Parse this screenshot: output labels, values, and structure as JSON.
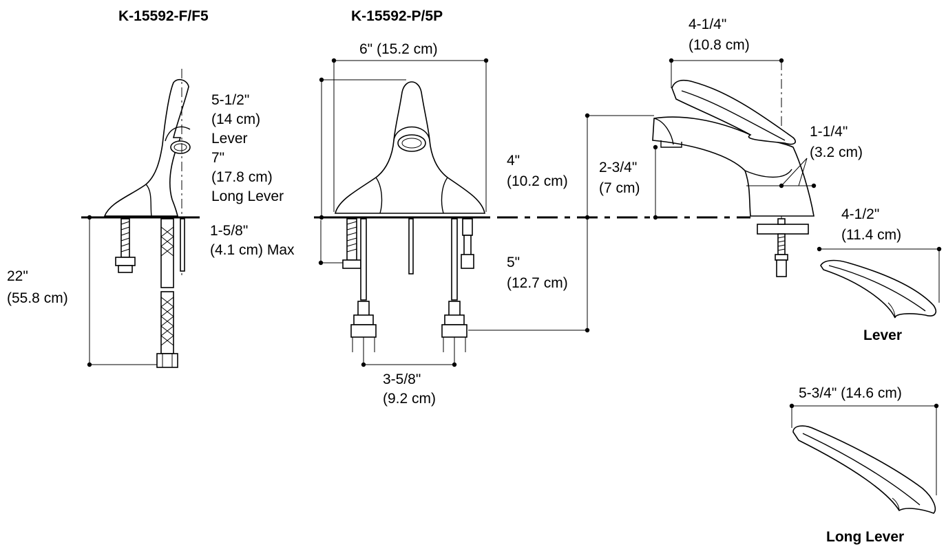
{
  "models": {
    "left": "K-15592-F/F5",
    "center": "K-15592-P/5P"
  },
  "dimensions": {
    "total_height": "22\"",
    "total_height_metric": "(55.8 cm)",
    "spread_width": "6\" (15.2 cm)",
    "lever_height": "5-1/2\"",
    "lever_height_metric": "(14 cm)",
    "lever_label": "Lever",
    "long_lever_height": "7\"",
    "long_lever_height_metric": "(17.8 cm)",
    "long_lever_label": "Long Lever",
    "deck_thickness": "1-5/8\"",
    "deck_thickness_metric": "(4.1 cm) Max",
    "shank_spacing": "3-5/8\"",
    "shank_spacing_metric": "(9.2 cm)",
    "spout_height": "4\"",
    "spout_height_metric": "(10.2 cm)",
    "below_deck": "5\"",
    "below_deck_metric": "(12.7 cm)",
    "spout_reach": "4-1/4\"",
    "spout_reach_metric": "(10.8 cm)",
    "spout_outlet": "2-3/4\"",
    "spout_outlet_metric": "(7 cm)",
    "base_offset": "1-1/4\"",
    "base_offset_metric": "(3.2 cm)",
    "lever_length": "4-1/2\"",
    "lever_length_metric": "(11.4 cm)",
    "long_lever_length": "5-3/4\" (14.6 cm)"
  },
  "captions": {
    "lever": "Lever",
    "long_lever": "Long Lever"
  }
}
